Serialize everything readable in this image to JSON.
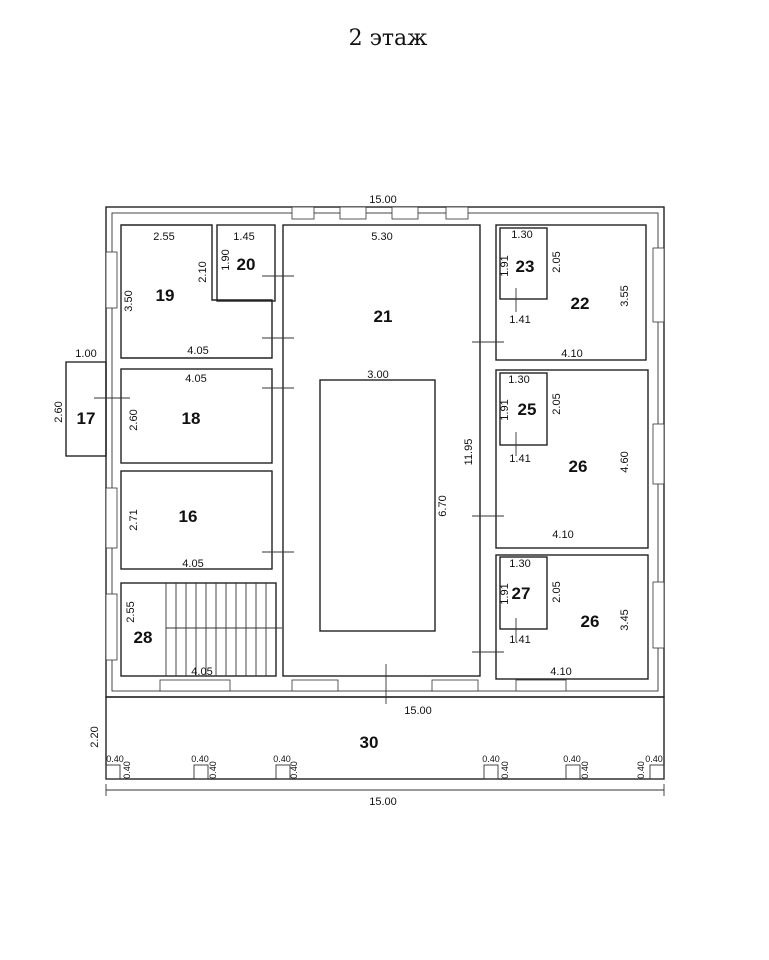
{
  "title": "2 этаж",
  "dimensions": {
    "top_overall": "15.00",
    "bottom_overall": "15.00",
    "corridor_bottom": "15.00",
    "r17_h": "2.60",
    "r17_w": "1.00",
    "r19_w": "2.55",
    "r19_h": "3.50",
    "r19_h2": "2.10",
    "r19_bottom": "4.05",
    "r20_w": "1.45",
    "r20_h": "1.90",
    "r18_top": "4.05",
    "r18_h": "2.60",
    "r16_h": "2.71",
    "r16_bottom": "4.05",
    "r28_h": "2.55",
    "r28_bottom": "4.05",
    "r21_top": "5.30",
    "r21_inner_top": "3.00",
    "r21_inner_h": "6.70",
    "r21_h": "11.95",
    "r23_w": "1.30",
    "r23_h": "1.91",
    "r23_h2": "2.05",
    "r22_w2": "1.41",
    "r22_h": "3.55",
    "r22_bottom": "4.10",
    "r25_w": "1.30",
    "r25_h": "1.91",
    "r25_h2": "2.05",
    "r26a_w2": "1.41",
    "r26a_h": "4.60",
    "r26a_bottom": "4.10",
    "r27_w": "1.30",
    "r27_h": "1.91",
    "r27_h2": "2.05",
    "r26b_w2": "1.41",
    "r26b_h": "3.45",
    "r26b_bottom": "4.10",
    "r30_h": "2.20",
    "pillar": "0.40"
  },
  "rooms": {
    "r17": "17",
    "r19": "19",
    "r20": "20",
    "r18": "18",
    "r16": "16",
    "r28": "28",
    "r21": "21",
    "r23": "23",
    "r22": "22",
    "r25": "25",
    "r26a": "26",
    "r27": "27",
    "r26b": "26",
    "r30": "30"
  }
}
